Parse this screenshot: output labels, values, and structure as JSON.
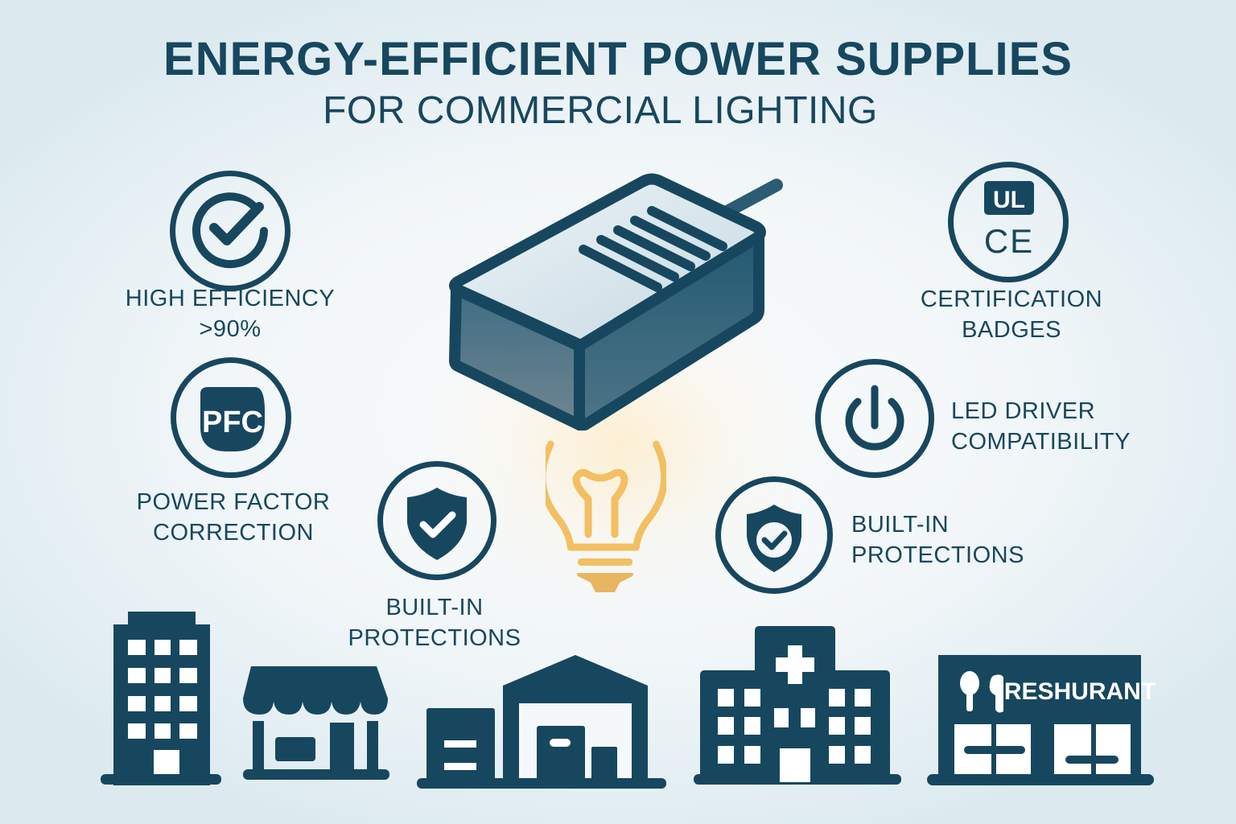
{
  "header": {
    "title_line1": "ENERGY-EFFICIENT POWER SUPPLIES",
    "title_line2": "FOR COMMERCIAL LIGHTING"
  },
  "features": [
    {
      "id": "high-efficiency",
      "icon": "check-circle-icon",
      "line1": "HIGH EFFICIENCY",
      "line2": ">90%"
    },
    {
      "id": "pfc",
      "icon": "pfc-badge-icon",
      "badge_text": "PFC",
      "line1": "POWER FACTOR",
      "line2": "CORRECTION"
    },
    {
      "id": "built-in-protections-left",
      "icon": "shield-check-icon",
      "line1": "BUILT-IN",
      "line2": "PROTECTIONS"
    },
    {
      "id": "certification",
      "icon": "ul-ce-icon",
      "badge_ul": "UL",
      "badge_ce": "CE",
      "line1": "CERTIFICATION",
      "line2": "BADGES"
    },
    {
      "id": "led-driver",
      "icon": "power-icon",
      "line1": "LED DRIVER",
      "line2": "COMPATIBILITY"
    },
    {
      "id": "built-in-protections-right",
      "icon": "shield-check-icon",
      "line1": "BUILT-IN",
      "line2": "PROTECTIONS"
    }
  ],
  "center": {
    "device": "power-supply-icon",
    "bulb": "light-bulb-icon"
  },
  "buildings": [
    {
      "type": "office-tower-icon"
    },
    {
      "type": "storefront-icon"
    },
    {
      "type": "warehouse-icon"
    },
    {
      "type": "hospital-icon"
    },
    {
      "type": "restaurant-icon",
      "sign_text": "RESHURANT"
    }
  ],
  "colors": {
    "primary": "#17475e",
    "bulb": "#f2bf62",
    "device_top": "#dce8ef",
    "device_side": "#2c5c73",
    "background": "#f1f6f8"
  }
}
